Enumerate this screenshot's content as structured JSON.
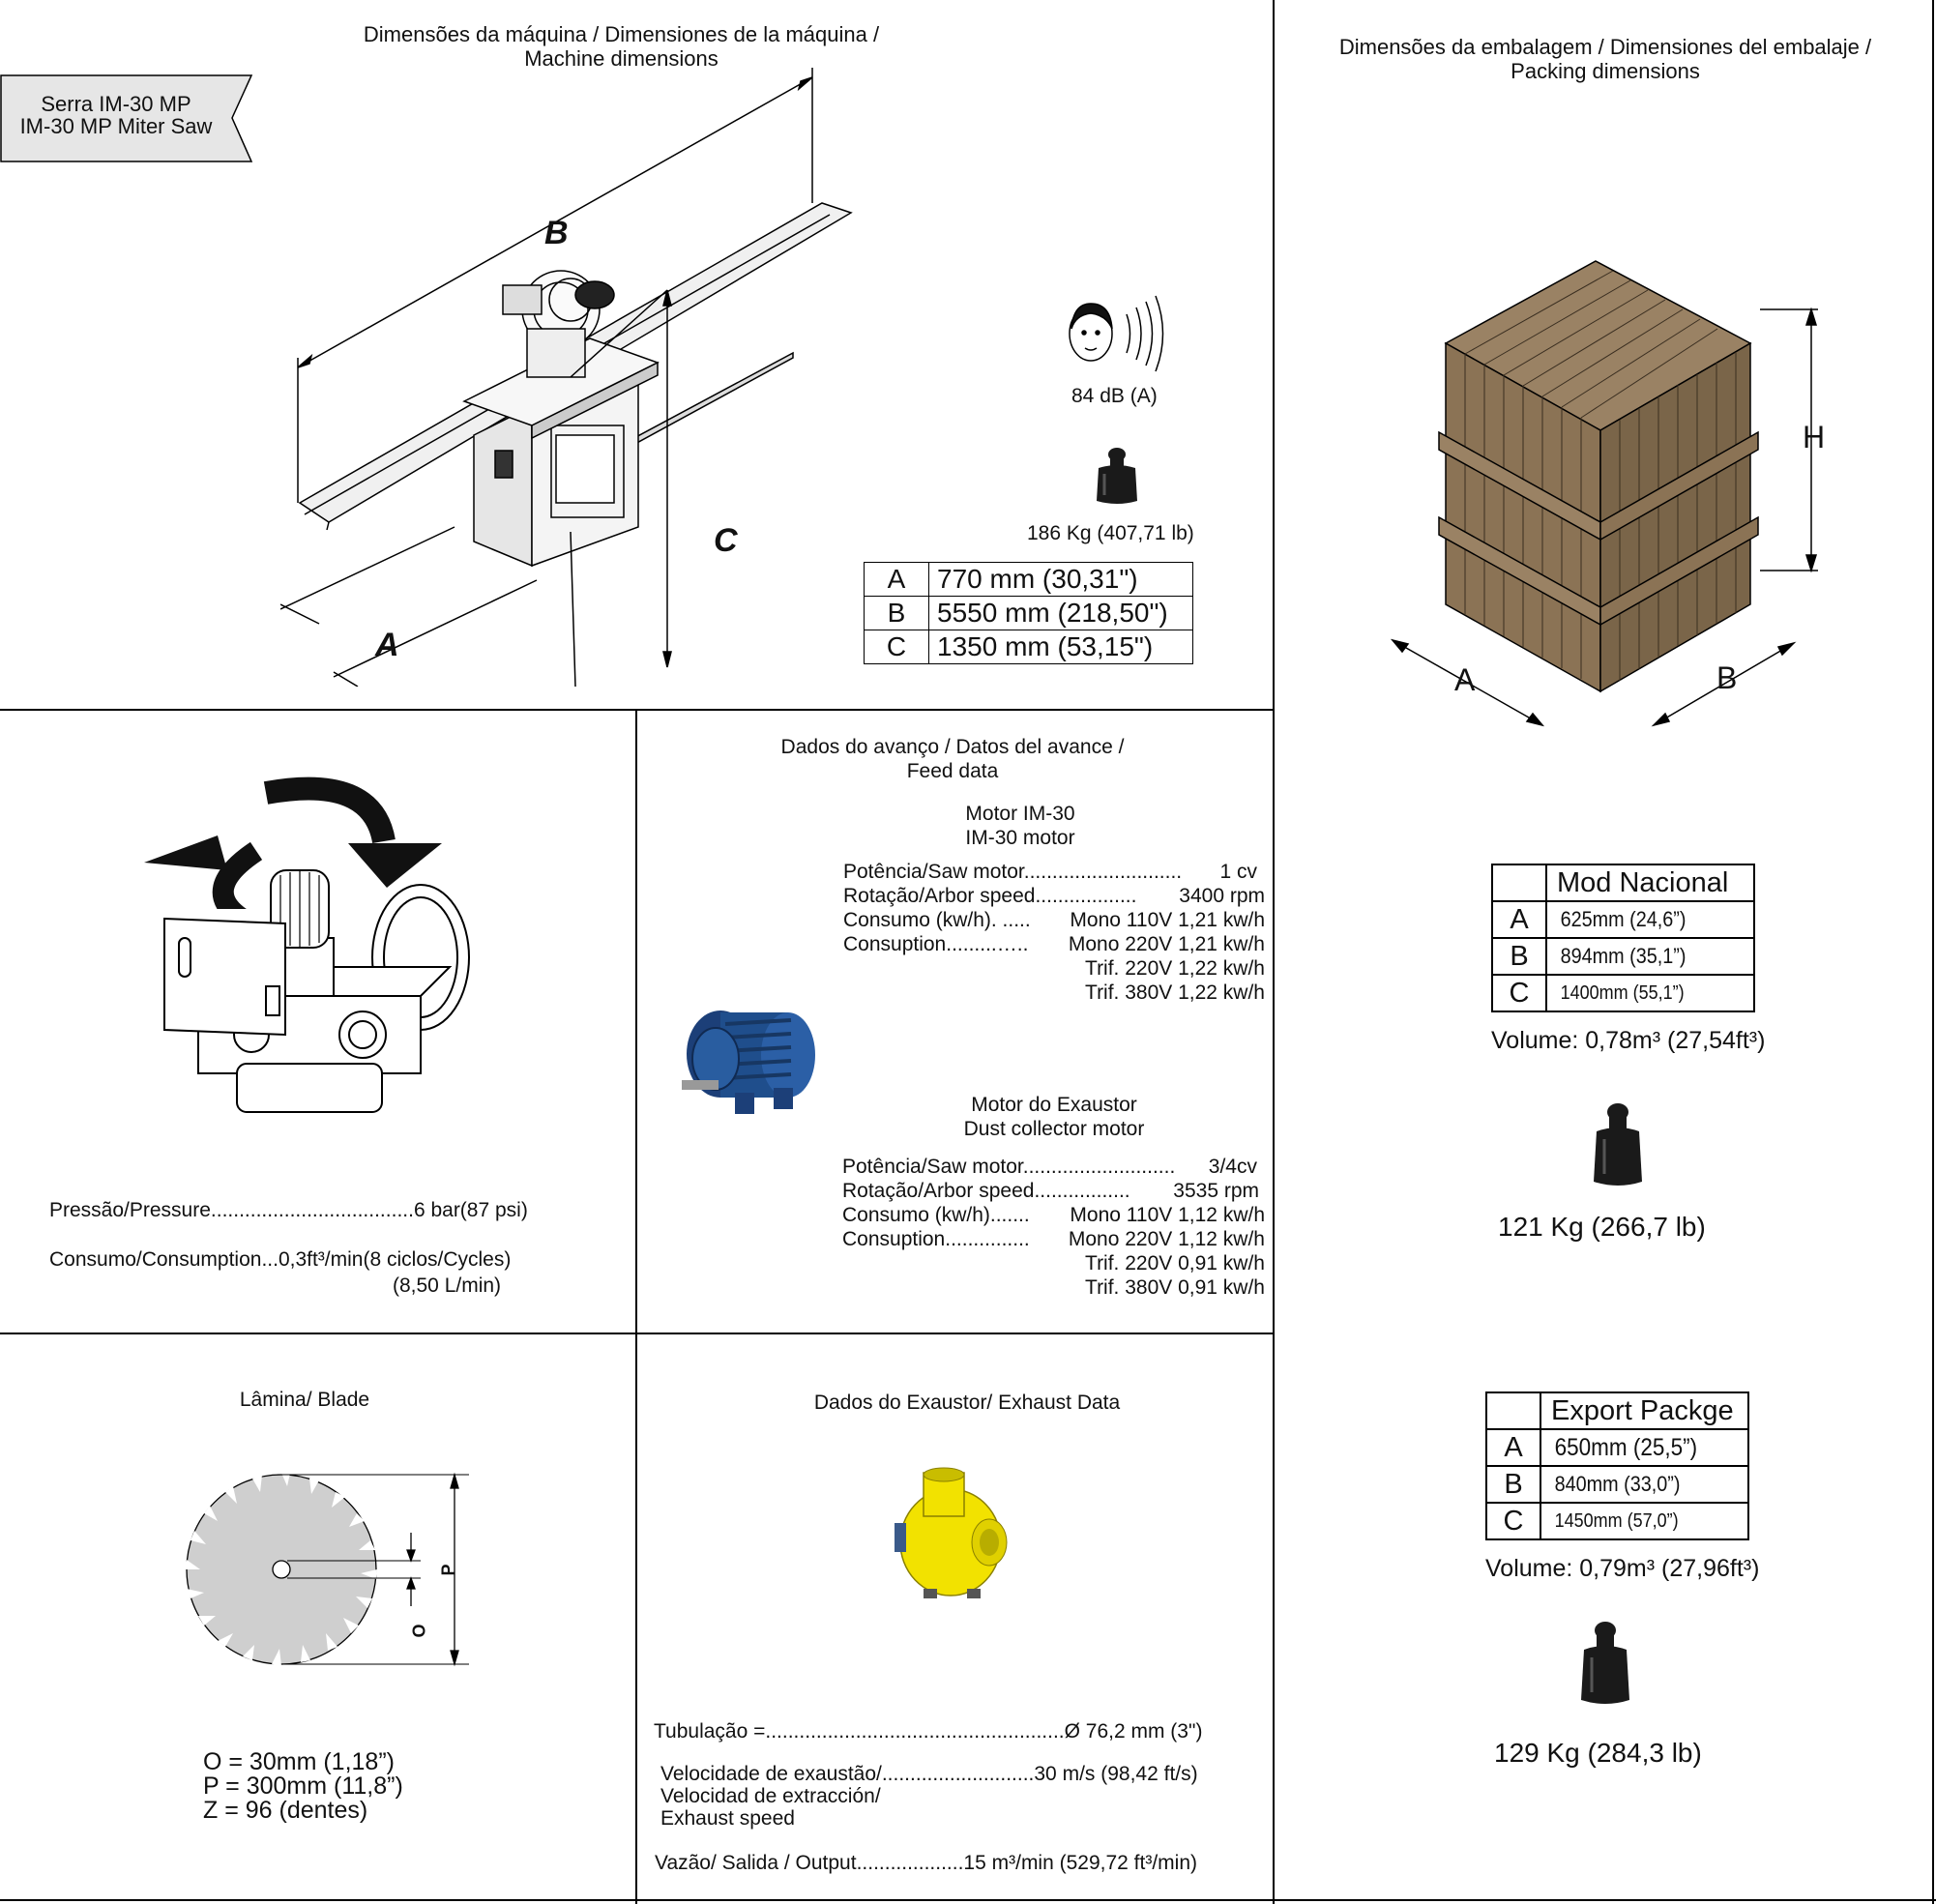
{
  "machine": {
    "title_line1": "Dimensões da máquina / Dimensiones de la máquina /",
    "title_line2": "Machine dimensions",
    "tag_line1": "Serra IM-30 MP",
    "tag_line2": "IM-30 MP Miter Saw",
    "label_a": "A",
    "label_b": "B",
    "label_c": "C",
    "noise": "84 dB (A)",
    "weight": "186 Kg (407,71 lb)",
    "dims": [
      {
        "key": "A",
        "value": "770 mm (30,31\")"
      },
      {
        "key": "B",
        "value": "5550 mm (218,50\")"
      },
      {
        "key": "C",
        "value": "1350 mm (53,15\")"
      }
    ]
  },
  "packing": {
    "title_line1": "Dimensões da embalagem / Dimensiones del embalaje /",
    "title_line2": "Packing dimensions",
    "label_h": "H",
    "label_a": "A",
    "label_b": "B",
    "national": {
      "header": "Mod Nacional",
      "rows": [
        {
          "key": "A",
          "value": "625mm (24,6”)"
        },
        {
          "key": "B",
          "value": "894mm (35,1”)"
        },
        {
          "key": "C",
          "value": "1400mm (55,1”)"
        }
      ],
      "volume": "Volume: 0,78m³ (27,54ft³)",
      "weight": "121 Kg (266,7 lb)"
    },
    "export": {
      "header": "Export Packge",
      "rows": [
        {
          "key": "A",
          "value": "650mm (25,5”)"
        },
        {
          "key": "B",
          "value": "840mm (33,0”)"
        },
        {
          "key": "C",
          "value": "1450mm (57,0”)"
        }
      ],
      "volume": "Volume: 0,79m³ (27,96ft³)",
      "weight": "129 Kg (284,3 lb)"
    }
  },
  "pneumatic": {
    "pressure": "Pressão/Pressure....................................6 bar(87 psi)",
    "consumption": "Consumo/Consumption...0,3ft³/min(8 ciclos/Cycles)",
    "consumption2": "(8,50 L/min)"
  },
  "feed": {
    "title_line1": "Dados do avanço / Datos del avance /",
    "title_line2": "Feed data",
    "motor1": {
      "title1": "Motor IM-30",
      "title2": "IM-30 motor",
      "lines": [
        {
          "label": "Potência/Saw motor............................",
          "value": "1 cv"
        },
        {
          "label": "Rotação/Arbor speed..................",
          "value": "3400 rpm"
        },
        {
          "label": "Consumo (kw/h). .....",
          "value": "Mono 110V 1,21 kw/h"
        },
        {
          "label": "Consuption.........…..",
          "value": "Mono 220V 1,21 kw/h"
        },
        {
          "label": "",
          "value": "Trif. 220V 1,22 kw/h"
        },
        {
          "label": "",
          "value": "Trif. 380V 1,22 kw/h"
        }
      ]
    },
    "motor2": {
      "title1": "Motor do Exaustor",
      "title2": "Dust collector motor",
      "lines": [
        {
          "label": "Potência/Saw motor...........................",
          "value": "3/4cv"
        },
        {
          "label": "Rotação/Arbor speed.................",
          "value": "3535 rpm"
        },
        {
          "label": "Consumo (kw/h).......",
          "value": "Mono 110V 1,12 kw/h"
        },
        {
          "label": "Consuption...............",
          "value": "Mono 220V 1,12 kw/h"
        },
        {
          "label": "",
          "value": "Trif. 220V 0,91 kw/h"
        },
        {
          "label": "",
          "value": "Trif. 380V 0,91 kw/h"
        }
      ]
    }
  },
  "blade": {
    "title": "Lâmina/ Blade",
    "label_p": "P",
    "label_o": "O",
    "spec_o": "O = 30mm (1,18”)",
    "spec_p": "P = 300mm (11,8”)",
    "spec_z": "Z = 96 (dentes)"
  },
  "exhaust": {
    "title": "Dados do Exaustor/ Exhaust Data",
    "pipe": "Tubulação =.....................................................Ø 76,2 mm (3\")",
    "speed_line1": "Velocidade de exaustão/...........................30 m/s (98,42 ft/s)",
    "speed_line2": "Velocidad de extracción/",
    "speed_line3": "Exhaust speed",
    "flow": "Vazão/ Salida / Output...................15 m³/min (529,72 ft³/min)"
  },
  "colors": {
    "crate": "#8b7355",
    "crate_dark": "#6b5a44",
    "motor_blue": "#1f4e8c",
    "exhaust_yellow": "#f2e200",
    "tag_bg": "#e6e6e6"
  }
}
